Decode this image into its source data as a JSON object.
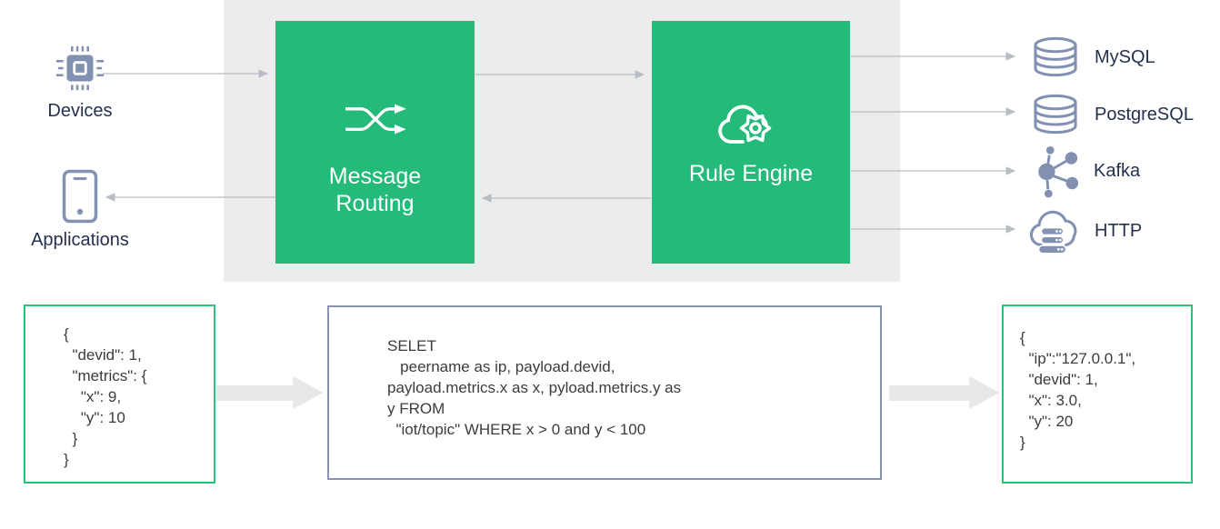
{
  "colors": {
    "green": "#24ba79",
    "green_border": "#2cc27c",
    "slate_icon": "#8290b2",
    "slate_border": "#8a93b3",
    "navy_text": "#24304e",
    "background_gray": "#ececec",
    "thin_arrow": "#b9bdc4",
    "thick_arrow": "#e8e8e8",
    "code_text": "#3c3c3c"
  },
  "sources": [
    {
      "id": "devices",
      "label": "Devices",
      "icon": "chip-icon"
    },
    {
      "id": "applications",
      "label": "Applications",
      "icon": "smartphone-icon"
    }
  ],
  "processors": [
    {
      "id": "message-routing",
      "label": "Message\nRouting",
      "icon": "shuffle-icon"
    },
    {
      "id": "rule-engine",
      "label": "Rule Engine",
      "icon": "cloud-gear-icon"
    }
  ],
  "sinks": [
    {
      "id": "mysql",
      "label": "MySQL",
      "icon": "database-icon"
    },
    {
      "id": "postgresql",
      "label": "PostgreSQL",
      "icon": "database-icon"
    },
    {
      "id": "kafka",
      "label": "Kafka",
      "icon": "kafka-icon"
    },
    {
      "id": "http",
      "label": "HTTP",
      "icon": "cloud-server-icon"
    }
  ],
  "pipeline": {
    "input_json": "{\n  \"devid\": 1,\n  \"metrics\": {\n    \"x\": 9,\n    \"y\": 10\n  }\n}",
    "rule_sql": "SELET\n   peername as ip, payload.devid,\npayload.metrics.x as x, pyload.metrics.y as\ny FROM\n  \"iot/topic\" WHERE x > 0 and y < 100",
    "output_json": "{\n  \"ip\":\"127.0.0.1\",\n  \"devid\": 1,\n  \"x\": 3.0,\n  \"y\": 20\n}"
  }
}
